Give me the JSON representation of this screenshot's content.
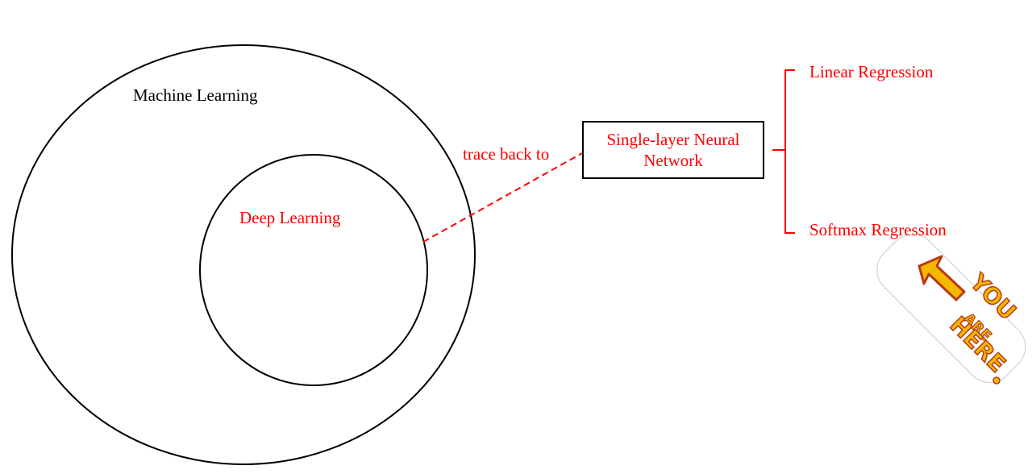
{
  "diagram": {
    "outer_circle_label": "Machine Learning",
    "inner_circle_label": "Deep Learning",
    "connector_label": "trace back to",
    "box_line1": "Single-layer Neural",
    "box_line2": "Network",
    "branch_top": "Linear Regression",
    "branch_bottom": "Softmax Regression"
  },
  "sticker": {
    "line1": "YOU",
    "line2": "ARE",
    "line3": "HERE"
  },
  "colors": {
    "accent": "#ff0000",
    "ink": "#000000",
    "sticker_fill": "#f5b800",
    "sticker_outline": "#b83a14"
  }
}
